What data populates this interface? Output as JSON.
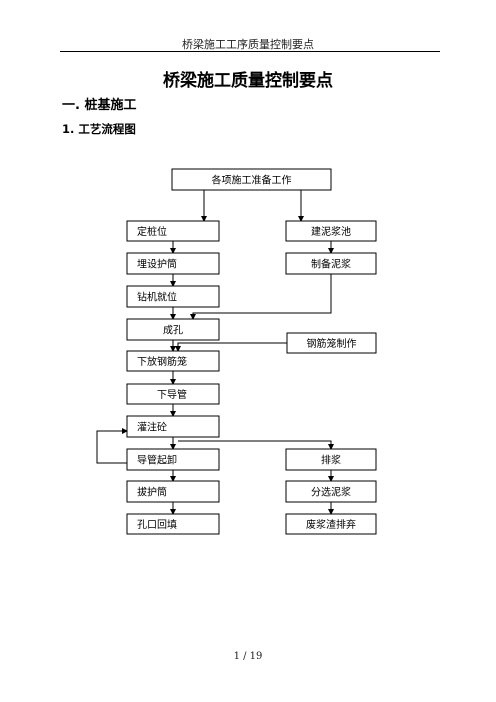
{
  "header": {
    "text": "桥梁施工工序质量控制要点"
  },
  "title": "桥梁施工质量控制要点",
  "section": {
    "heading": "一. 桩基施工"
  },
  "subsection": {
    "heading": "1. 工艺流程图"
  },
  "flowchart": {
    "nodes": {
      "prep": "各项施工准备工作",
      "pile_position": "定桩位",
      "mud_pool": "建泥浆池",
      "casing": "埋设护筒",
      "prepare_mud": "制备泥浆",
      "rig": "钻机就位",
      "hole": "成孔",
      "cage_make": "钢筋笼制作",
      "lower_cage": "下放钢筋笼",
      "lower_pipe": "下导管",
      "pour": "灌注砼",
      "pipe_remove": "导管起卸",
      "discharge": "排浆",
      "pull_casing": "拔护筒",
      "separate_mud": "分选泥浆",
      "backfill": "孔口回填",
      "waste": "废浆渣排弃"
    }
  },
  "footer": {
    "page": "1 / 19"
  }
}
